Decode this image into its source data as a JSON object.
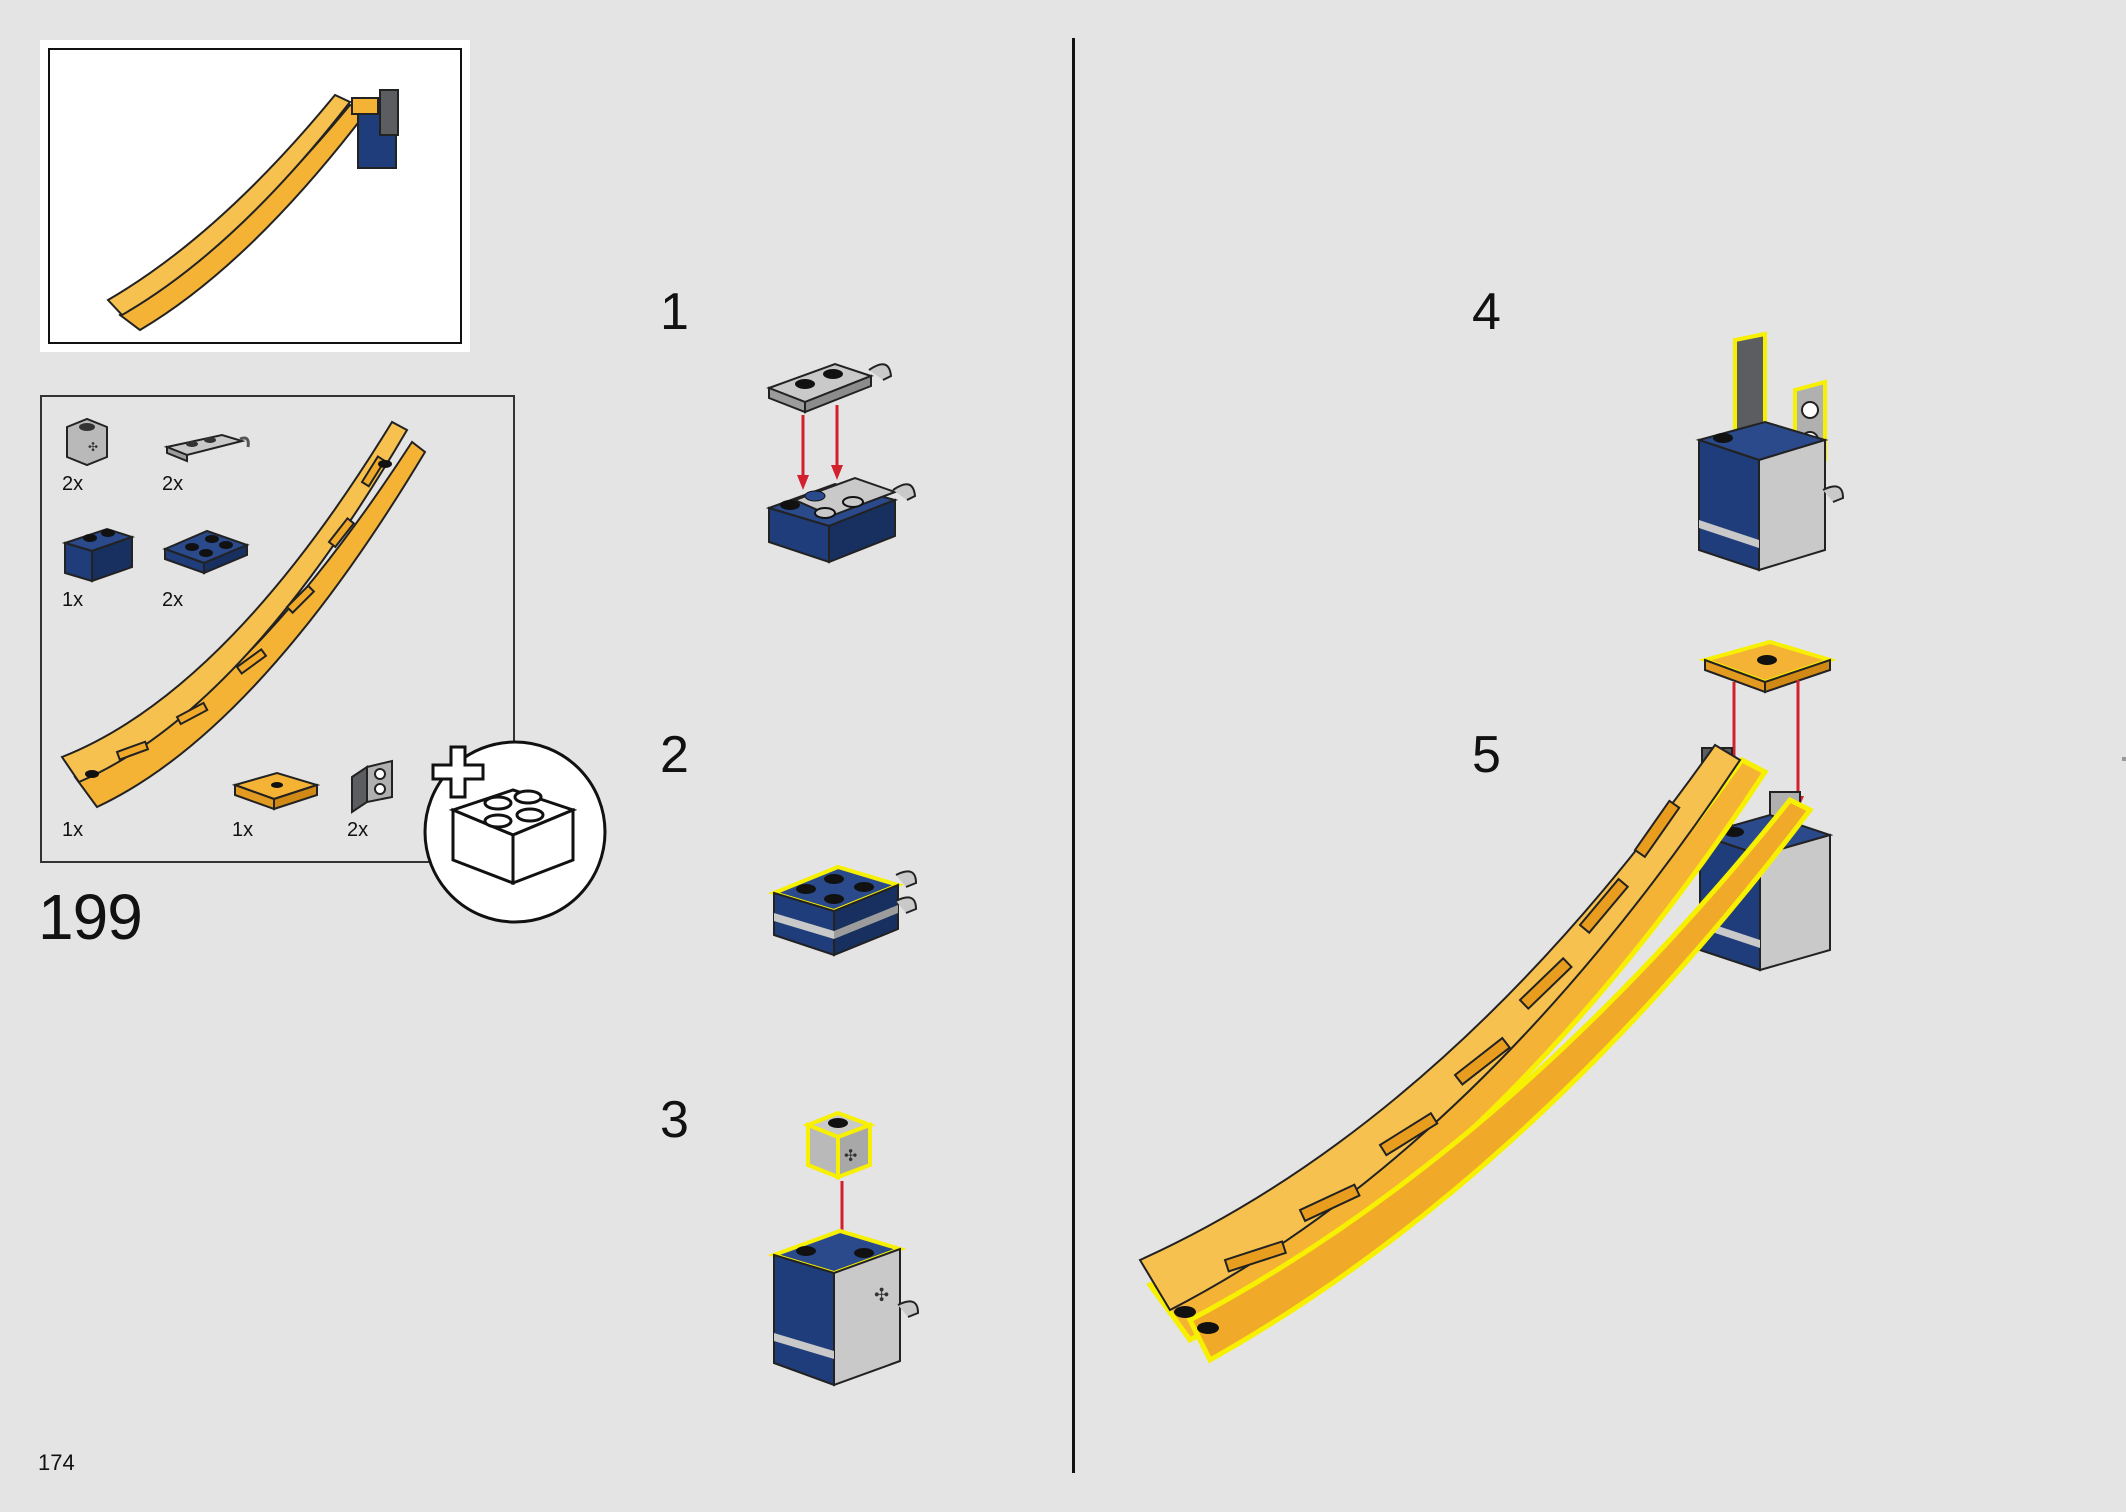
{
  "page": {
    "number": "174"
  },
  "main_step": {
    "number": "199"
  },
  "parts": [
    {
      "icon": "light-gray-brick-1x1-technic-icon",
      "qty": "2x"
    },
    {
      "icon": "light-gray-plate-clip-icon",
      "qty": "2x"
    },
    {
      "icon": "dark-blue-brick-1x2-icon",
      "qty": "1x"
    },
    {
      "icon": "dark-blue-plate-2x2-icon",
      "qty": "2x"
    },
    {
      "icon": "yellow-curved-rail-icon",
      "qty": "1x"
    },
    {
      "icon": "orange-tile-2x2-icon",
      "qty": "1x"
    },
    {
      "icon": "dark-gray-bracket-icon",
      "qty": "2x"
    }
  ],
  "substeps": [
    {
      "number": "1"
    },
    {
      "number": "2"
    },
    {
      "number": "3"
    },
    {
      "number": "4"
    },
    {
      "number": "5"
    }
  ],
  "colors": {
    "background": "#e4e4e4",
    "rail_yellow": "#f5b335",
    "dark_blue": "#1f3d7a",
    "light_gray": "#b9b9b9",
    "dark_gray": "#5b5d61",
    "highlight": "#f7f000",
    "arrow_red": "#d3202e"
  }
}
